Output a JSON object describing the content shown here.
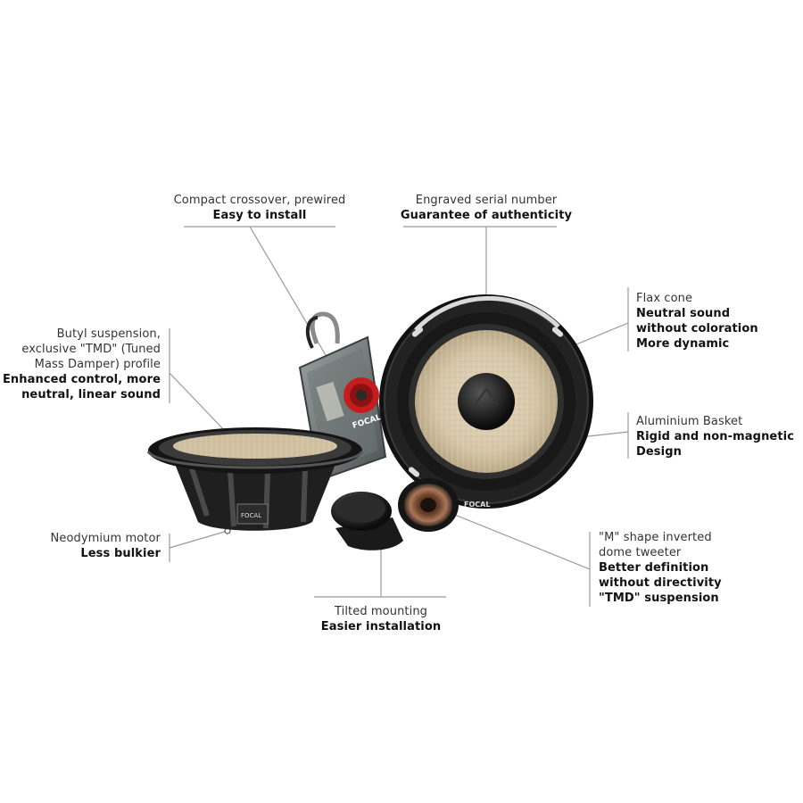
{
  "callouts": {
    "crossover": {
      "lines": [
        "Compact crossover, prewired"
      ],
      "bold": [
        "Easy to install"
      ]
    },
    "serial": {
      "lines": [
        "Engraved serial number"
      ],
      "bold": [
        "Guarantee of authenticity"
      ]
    },
    "flax": {
      "lines": [
        "Flax cone"
      ],
      "bold": [
        "Neutral sound",
        "without coloration",
        "More dynamic"
      ]
    },
    "butyl": {
      "lines": [
        "Butyl suspension,",
        "exclusive \"TMD\" (Tuned",
        "Mass Damper) profile"
      ],
      "bold": [
        "Enhanced control, more",
        "neutral, linear sound"
      ]
    },
    "basket": {
      "lines": [
        "Aluminium Basket"
      ],
      "bold": [
        "Rigid and non-magnetic",
        "Design"
      ]
    },
    "motor": {
      "lines": [
        "Neodymium motor"
      ],
      "bold": [
        "Less bulkier"
      ]
    },
    "tweeter": {
      "lines": [
        "\"M\" shape inverted",
        "dome tweeter"
      ],
      "bold": [
        "Better definition",
        "without directivity",
        "\"TMD\" suspension"
      ]
    },
    "tilted": {
      "lines": [
        "Tilted mounting"
      ],
      "bold": [
        "Easier installation"
      ]
    }
  },
  "brand": {
    "logo_text": "FOCAL"
  },
  "colors": {
    "leader_line": "#999999",
    "flax": "#d8c9ad",
    "basket": "#1c1c1c",
    "copper": "#8a5a3c"
  }
}
